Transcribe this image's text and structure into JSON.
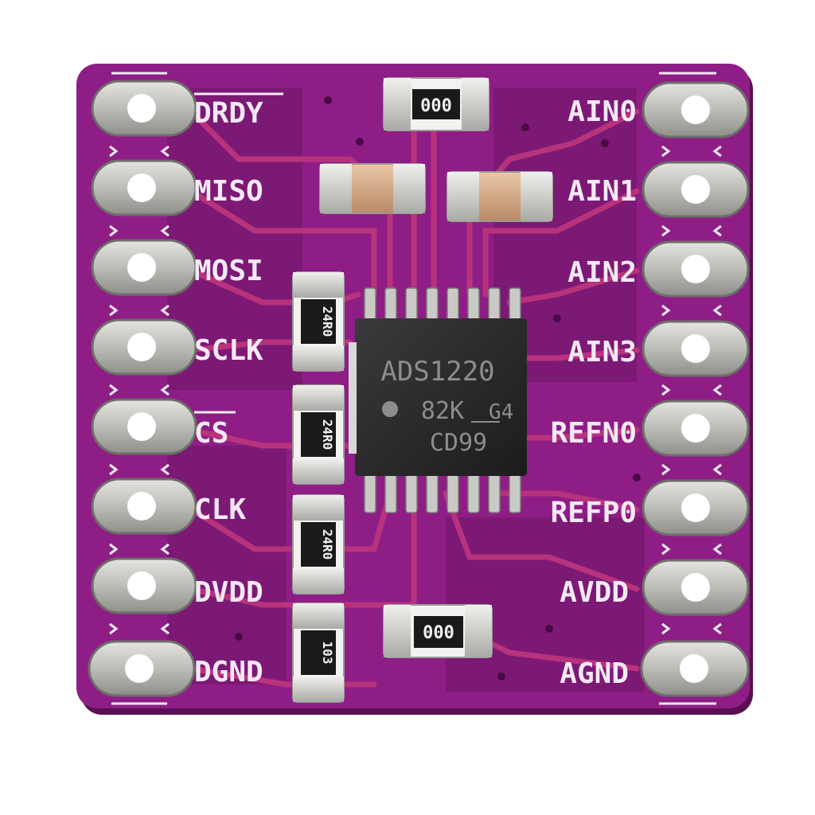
{
  "board": {
    "pcb_color": "#8e1e86",
    "pcb_shade": "#6d1466",
    "trace_color": "#b8327c",
    "pad_color": "#c8c8c4",
    "silk_color": "#f3e9f5"
  },
  "left_pins": [
    {
      "label": "DRDY",
      "overline": true
    },
    {
      "label": "MISO",
      "overline": false
    },
    {
      "label": "MOSI",
      "overline": false
    },
    {
      "label": "SCLK",
      "overline": false
    },
    {
      "label": "CS",
      "overline": true
    },
    {
      "label": "CLK",
      "overline": false
    },
    {
      "label": "DVDD",
      "overline": false
    },
    {
      "label": "DGND",
      "overline": false
    }
  ],
  "right_pins": [
    {
      "label": "AIN0"
    },
    {
      "label": "AIN1"
    },
    {
      "label": "AIN2"
    },
    {
      "label": "AIN3"
    },
    {
      "label": "REFN0"
    },
    {
      "label": "REFP0"
    },
    {
      "label": "AVDD"
    },
    {
      "label": "AGND"
    }
  ],
  "chip": {
    "line1": "ADS1220",
    "line2": "82K",
    "line2b": "G4",
    "line3": "CD99"
  },
  "resistors": {
    "top": "000",
    "bottom": "000",
    "vertical": [
      "24R0",
      "24R0",
      "24R0",
      "103"
    ]
  }
}
